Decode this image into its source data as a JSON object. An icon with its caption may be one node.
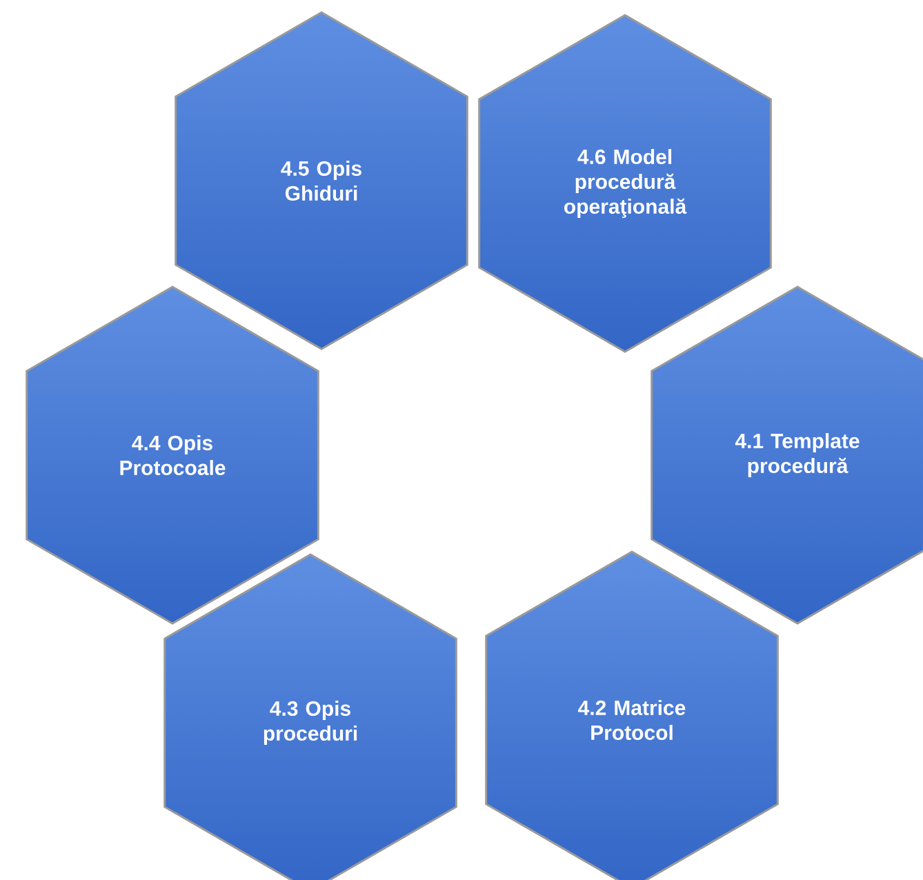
{
  "diagram": {
    "nodes": [
      {
        "text": [
          "4.5  Opis Ghiduri"
        ]
      },
      {
        "text": [
          "4.6 Model procedură operaţională"
        ]
      },
      {
        "text": [
          "4.4  Opis Protocoale"
        ]
      },
      {
        "text": [
          "4.1 Template procedură"
        ]
      },
      {
        "text": [
          "4.3 Opis proceduri"
        ]
      },
      {
        "text": [
          "4.2 Matrice Protocol"
        ]
      }
    ]
  }
}
